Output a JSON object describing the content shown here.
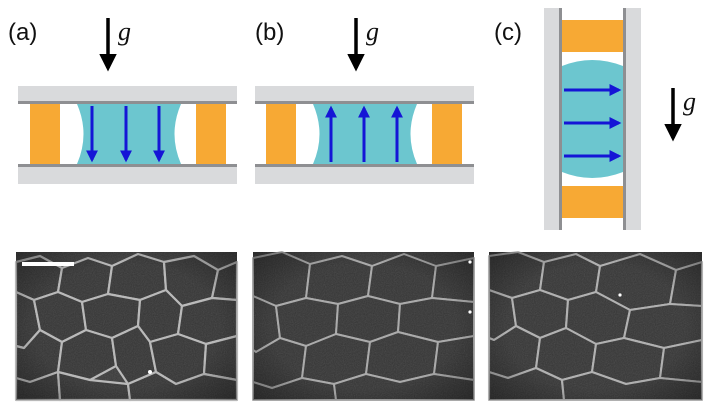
{
  "colors": {
    "plate": "#d9dadc",
    "plate_edge": "#8e8f92",
    "spacer": "#f7a934",
    "liquid": "#6cc6cf",
    "flow_arrow": "#1515d6",
    "gravity_arrow": "#000000",
    "micrograph_bg": "#3a3a3a"
  },
  "panels": [
    {
      "label": "(a)",
      "gravity_label": "g",
      "flow_direction": "down"
    },
    {
      "label": "(b)",
      "gravity_label": "g",
      "flow_direction": "up"
    },
    {
      "label": "(c)",
      "gravity_label": "g",
      "flow_direction": "right"
    }
  ],
  "micrographs": [
    {
      "panel": "a",
      "has_scale_bar": true
    },
    {
      "panel": "b",
      "has_scale_bar": false
    },
    {
      "panel": "c",
      "has_scale_bar": false
    }
  ]
}
